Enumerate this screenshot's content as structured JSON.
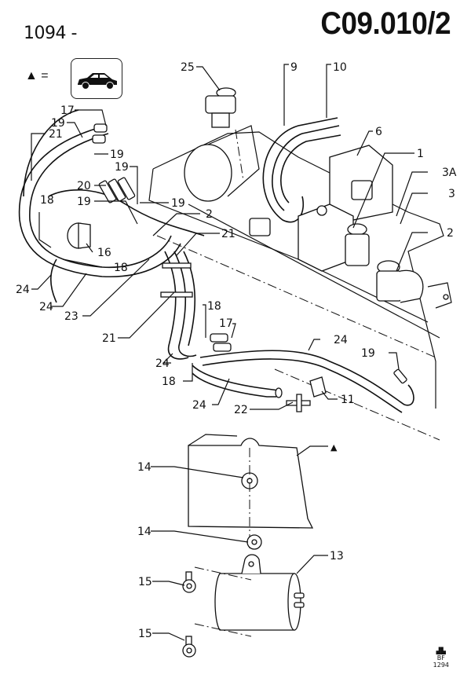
{
  "header": {
    "reference": "1094 -",
    "page_code": "C09.010/2"
  },
  "legend": {
    "symbol": "▲ =",
    "icon": "car-hatchback-icon"
  },
  "callouts": {
    "c25": "25",
    "c9": "9",
    "c10": "10",
    "c17a": "17",
    "c19a": "19",
    "c21a": "21",
    "c19b": "19",
    "c19c": "19",
    "c6": "6",
    "c1": "1",
    "c3A": "3A",
    "c3": "3",
    "c20": "20",
    "c19d": "19",
    "c19e": "19",
    "c18a": "18",
    "c2a": "2",
    "c21b": "21",
    "c2b": "2",
    "c16": "16",
    "c18b": "18",
    "c24a": "24",
    "c24b": "24",
    "c23": "23",
    "c21c": "21",
    "c18c": "18",
    "c17b": "17",
    "c24c": "24",
    "c18d": "18",
    "c24d": "24",
    "c24e": "24",
    "c19f": "19",
    "c22": "22",
    "c11": "11",
    "c14a": "14",
    "c14b": "14",
    "c13": "13",
    "c15a": "15",
    "c15b": "15",
    "tri": "▲"
  },
  "stamp": {
    "mark": "▟▙",
    "line1": "BF",
    "line2": "1294"
  }
}
